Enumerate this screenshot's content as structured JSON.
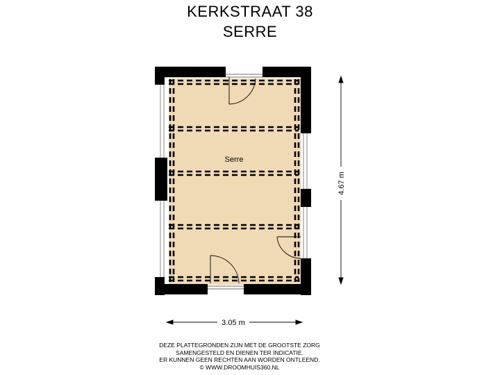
{
  "header": {
    "address": "KERKSTRAAT 38",
    "room_title": "SERRE"
  },
  "plan": {
    "room_label": "Serre",
    "width_label": "3.05 m",
    "height_label": "4.67 m",
    "floor_color": "#f0d9b5",
    "wall_color": "#000000",
    "beam_color": "#000000"
  },
  "disclaimer": {
    "line1": "DEZE PLATTEGRONDEN ZIJN MET DE GROOTSTE ZORG",
    "line2": "SAMENGESTELD EN DIENEN TER INDICATIE.",
    "line3": "ER KUNNEN GEEN RECHTEN AAN WORDEN ONTLEEND.",
    "line4": "© WWW.DROOMHUIS360.NL"
  }
}
